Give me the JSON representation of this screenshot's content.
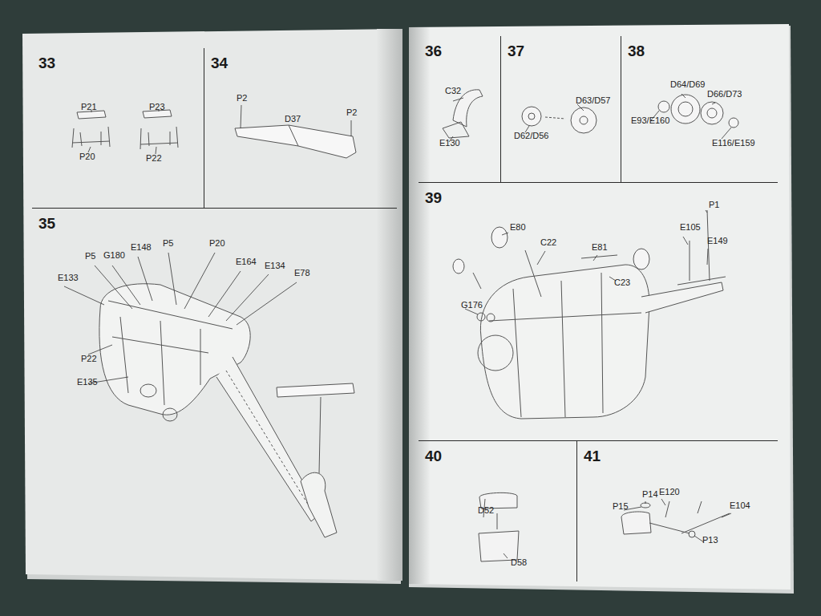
{
  "diagram": {
    "nodes": [
      {
        "text": [
          "33"
        ]
      },
      {
        "text": [
          "34"
        ]
      },
      {
        "text": [
          "35"
        ]
      },
      {
        "text": [
          "36"
        ]
      },
      {
        "text": [
          "37"
        ]
      },
      {
        "text": [
          "38"
        ]
      },
      {
        "text": [
          "39"
        ]
      },
      {
        "text": [
          "40"
        ]
      },
      {
        "text": [
          "41"
        ]
      }
    ],
    "labels": [
      "P21",
      "P23",
      "P20",
      "P22",
      "P2",
      "D37",
      "P2",
      "P5",
      "G180",
      "E148",
      "P5",
      "P20",
      "E164",
      "E134",
      "E78",
      "E133",
      "P22",
      "E135",
      "C32",
      "E130",
      "D63/D57",
      "D62/D56",
      "D64/D69",
      "D66/D73",
      "E93/E160",
      "E116/E159",
      "P1",
      "E105",
      "E149",
      "E80",
      "C22",
      "E81",
      "C23",
      "G176",
      "D52",
      "D58",
      "P14",
      "E120",
      "P15",
      "E104",
      "P13"
    ]
  }
}
